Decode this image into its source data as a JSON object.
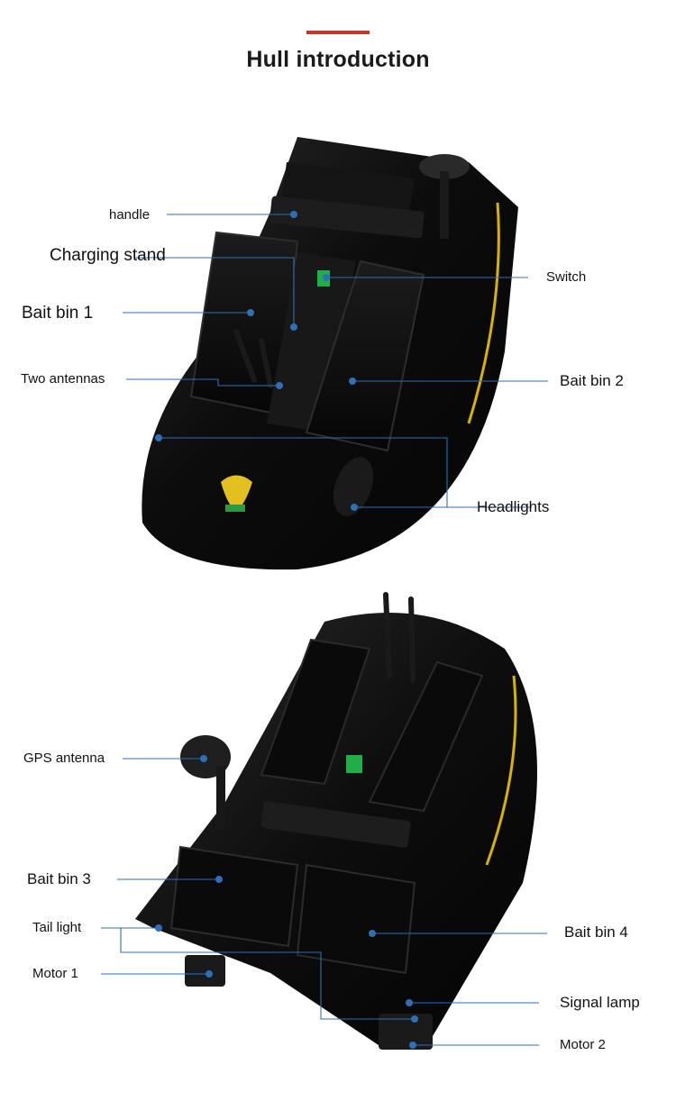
{
  "page": {
    "title": "Hull introduction",
    "accent_color": "#c0392b",
    "leader_color": "#2e6fb5",
    "hull_color": "#0c0c0c"
  },
  "top_view": {
    "labels": {
      "handle": "handle",
      "charging_stand": "Charging stand",
      "switch": "Switch",
      "bait_bin_1": "Bait bin 1",
      "two_antennas": "Two antennas",
      "bait_bin_2": "Bait bin 2",
      "headlights": "Headlights"
    }
  },
  "bottom_view": {
    "labels": {
      "gps_antenna": "GPS antenna",
      "bait_bin_3": "Bait bin 3",
      "tail_light": "Tail light",
      "bait_bin_4": "Bait bin 4",
      "motor_1": "Motor 1",
      "signal_lamp": "Signal lamp",
      "motor_2": "Motor 2"
    }
  }
}
